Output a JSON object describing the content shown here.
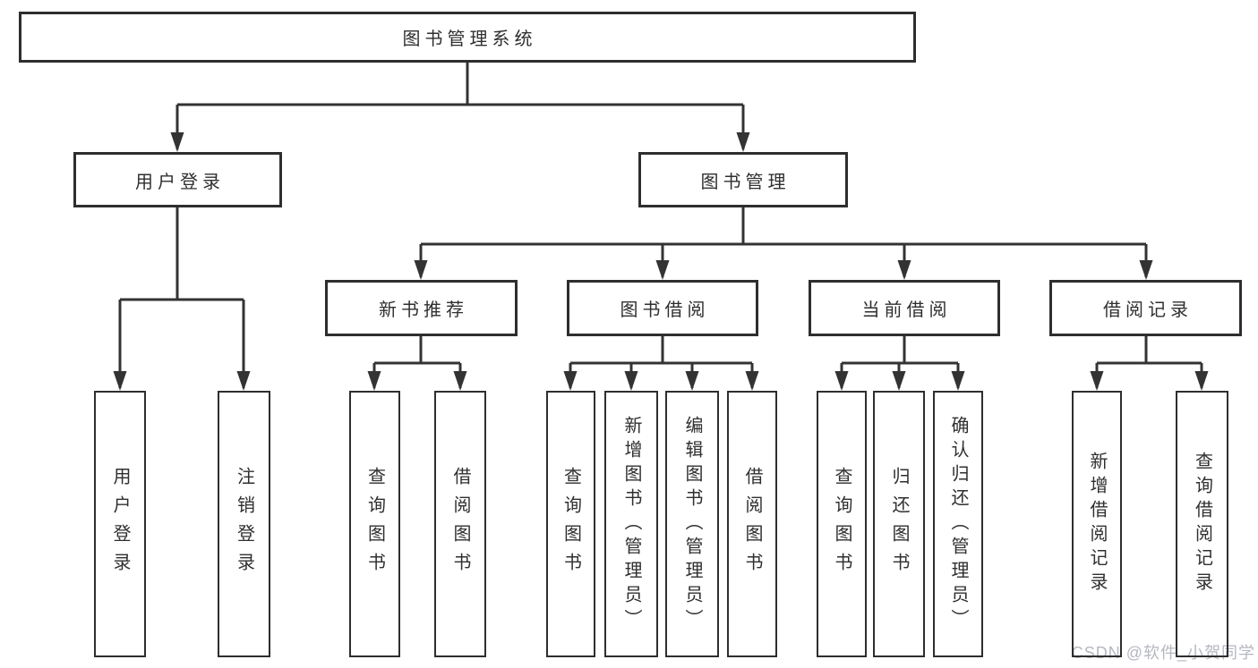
{
  "tree": {
    "root": {
      "label": "图书管理系统"
    },
    "branches": [
      {
        "label": "用户登录",
        "children": [
          {
            "label": "用户登录"
          },
          {
            "label": "注销登录"
          }
        ]
      },
      {
        "label": "图书管理",
        "children": [
          {
            "label": "新书推荐",
            "children": [
              {
                "label": "查询图书"
              },
              {
                "label": "借阅图书"
              }
            ]
          },
          {
            "label": "图书借阅",
            "children": [
              {
                "label": "查询图书"
              },
              {
                "label": "新增图书（管理员）"
              },
              {
                "label": "编辑图书（管理员）"
              },
              {
                "label": "借阅图书"
              }
            ]
          },
          {
            "label": "当前借阅",
            "children": [
              {
                "label": "查询图书"
              },
              {
                "label": "归还图书"
              },
              {
                "label": "确认归还（管理员）"
              }
            ]
          },
          {
            "label": "借阅记录",
            "children": [
              {
                "label": "新增借阅记录"
              },
              {
                "label": "查询借阅记录"
              }
            ]
          }
        ]
      }
    ]
  },
  "watermark": {
    "text": "CSDN @软件_小贺同学"
  },
  "colors": {
    "line": "#333333",
    "border": "#2e2e2e",
    "text": "#2f2f2f",
    "watermark": "#b4b8c0",
    "background": "#ffffff"
  }
}
